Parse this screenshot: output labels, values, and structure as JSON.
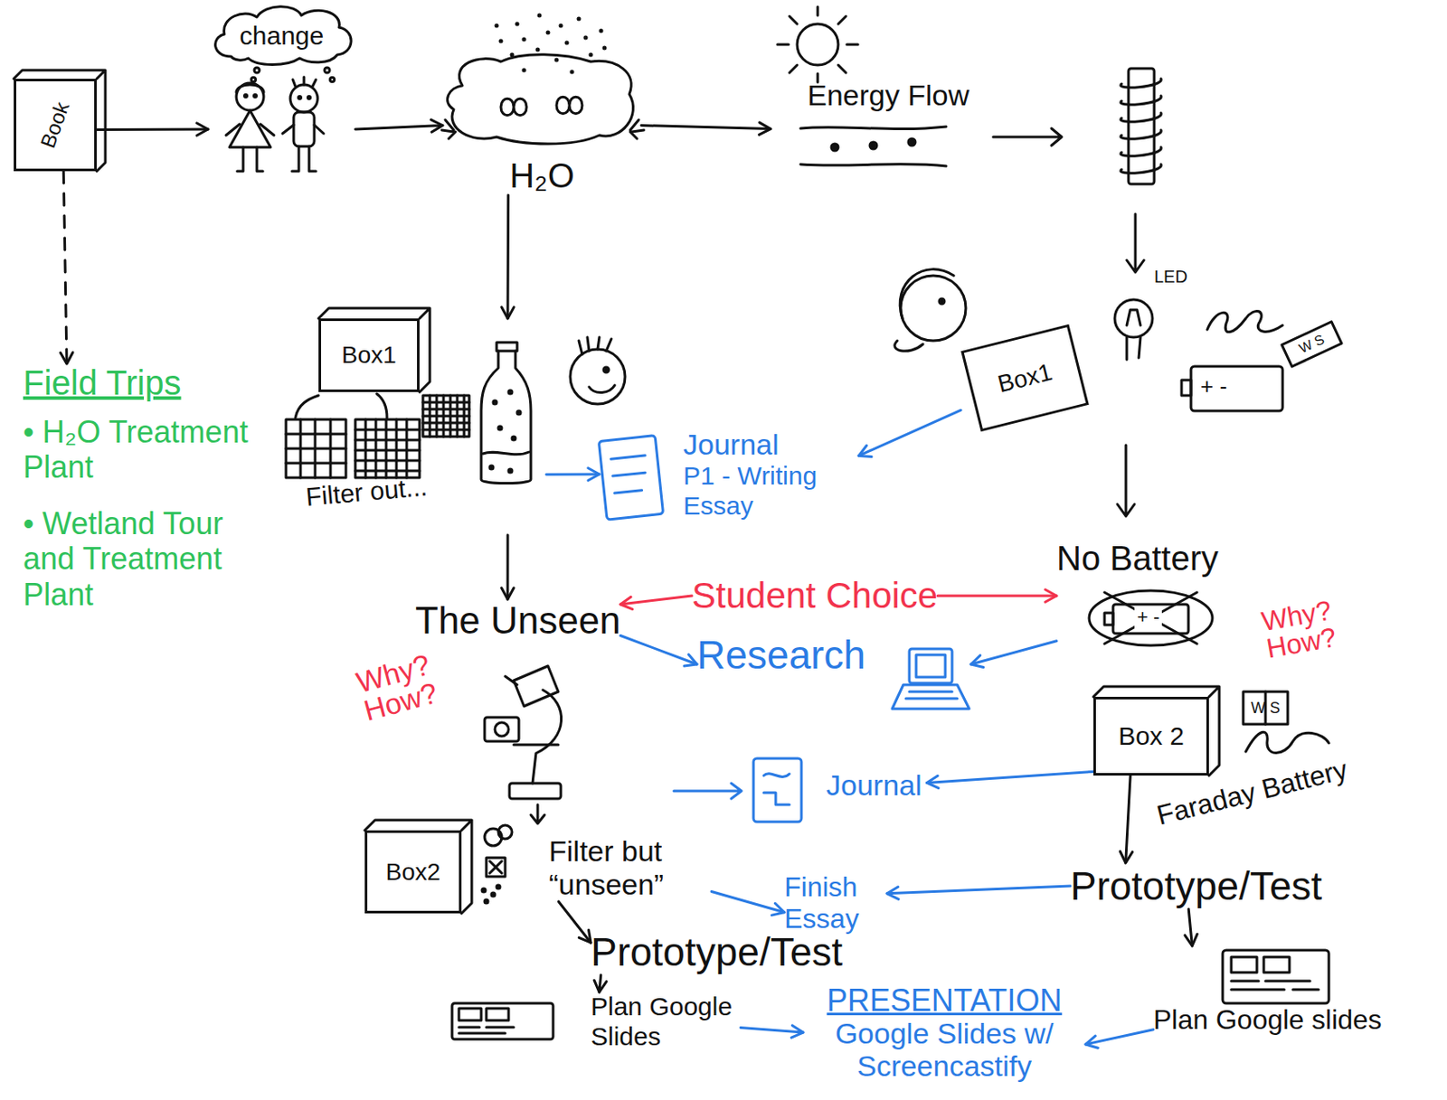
{
  "diagram": {
    "nodes": [
      {
        "text": [
          "Book"
        ]
      },
      {
        "text": [
          "change"
        ]
      },
      {
        "text": [
          "H₂O"
        ]
      },
      {
        "text": [
          "Energy Flow"
        ]
      },
      {
        "text": [
          "Field Trips",
          "• H₂O Treatment Plant",
          "• Wetland Tour and Treatment Plant"
        ]
      },
      {
        "text": [
          "Filter out..."
        ]
      },
      {
        "text": [
          "Box1"
        ],
        "in": 5
      },
      {
        "text": [
          "Box1"
        ]
      },
      {
        "text": [
          "Journal",
          "P1 - Writing Essay"
        ]
      },
      {
        "text": [
          "The Unseen"
        ]
      },
      {
        "text": [
          "Student Choice"
        ]
      },
      {
        "text": [
          "No Battery"
        ]
      },
      {
        "text": [
          "Research"
        ]
      },
      {
        "text": [
          "Journal"
        ]
      },
      {
        "text": [
          "Box 2"
        ]
      },
      {
        "text": [
          "Box2"
        ]
      },
      {
        "text": [
          "Filter but “unseen”"
        ]
      },
      {
        "text": [
          "Finish Essay"
        ]
      },
      {
        "text": [
          "Prototype/Test"
        ]
      },
      {
        "text": [
          "Prototype/Test"
        ]
      },
      {
        "text": [
          "Plan Google Slides"
        ]
      },
      {
        "text": [
          "Plan Google slides"
        ]
      },
      {
        "text": [
          "PRESENTATION",
          "Google Slides w/ Screencastify"
        ]
      }
    ],
    "edges": [
      {
        "from": 0,
        "to": 1,
        "arrow": "to"
      },
      {
        "from": 1,
        "to": 2,
        "arrow": "to"
      },
      {
        "from": 2,
        "to": 3,
        "arrow": "to"
      },
      {
        "from": 0,
        "to": 4,
        "arrow": "to"
      },
      {
        "from": 2,
        "to": 5,
        "arrow": "to"
      },
      {
        "from": 5,
        "to": 8,
        "arrow": "to"
      },
      {
        "from": 7,
        "to": 8,
        "arrow": "to"
      },
      {
        "from": 5,
        "to": 9,
        "arrow": "to"
      },
      {
        "from": 10,
        "to": 9,
        "arrow": "to"
      },
      {
        "from": 10,
        "to": 11,
        "arrow": "to"
      },
      {
        "from": 9,
        "to": 12,
        "arrow": "to"
      },
      {
        "from": 11,
        "to": 12,
        "arrow": "to"
      },
      {
        "from": 14,
        "to": 13,
        "arrow": "to"
      },
      {
        "from": 14,
        "to": 18,
        "arrow": "to"
      },
      {
        "from": 16,
        "to": 17,
        "arrow": "to"
      },
      {
        "from": 18,
        "to": 17,
        "arrow": "to"
      },
      {
        "from": 16,
        "to": 19,
        "arrow": "to"
      },
      {
        "from": 19,
        "to": 20,
        "arrow": "to"
      },
      {
        "from": 18,
        "to": 21,
        "arrow": "to"
      },
      {
        "from": 20,
        "to": 22,
        "arrow": "to"
      },
      {
        "from": 21,
        "to": 22,
        "arrow": "to"
      }
    ],
    "labels": [
      "LED",
      "+ -",
      "W S",
      "Why? How?",
      "+ -",
      "Why? How?",
      "W S",
      "Faraday Battery"
    ]
  }
}
